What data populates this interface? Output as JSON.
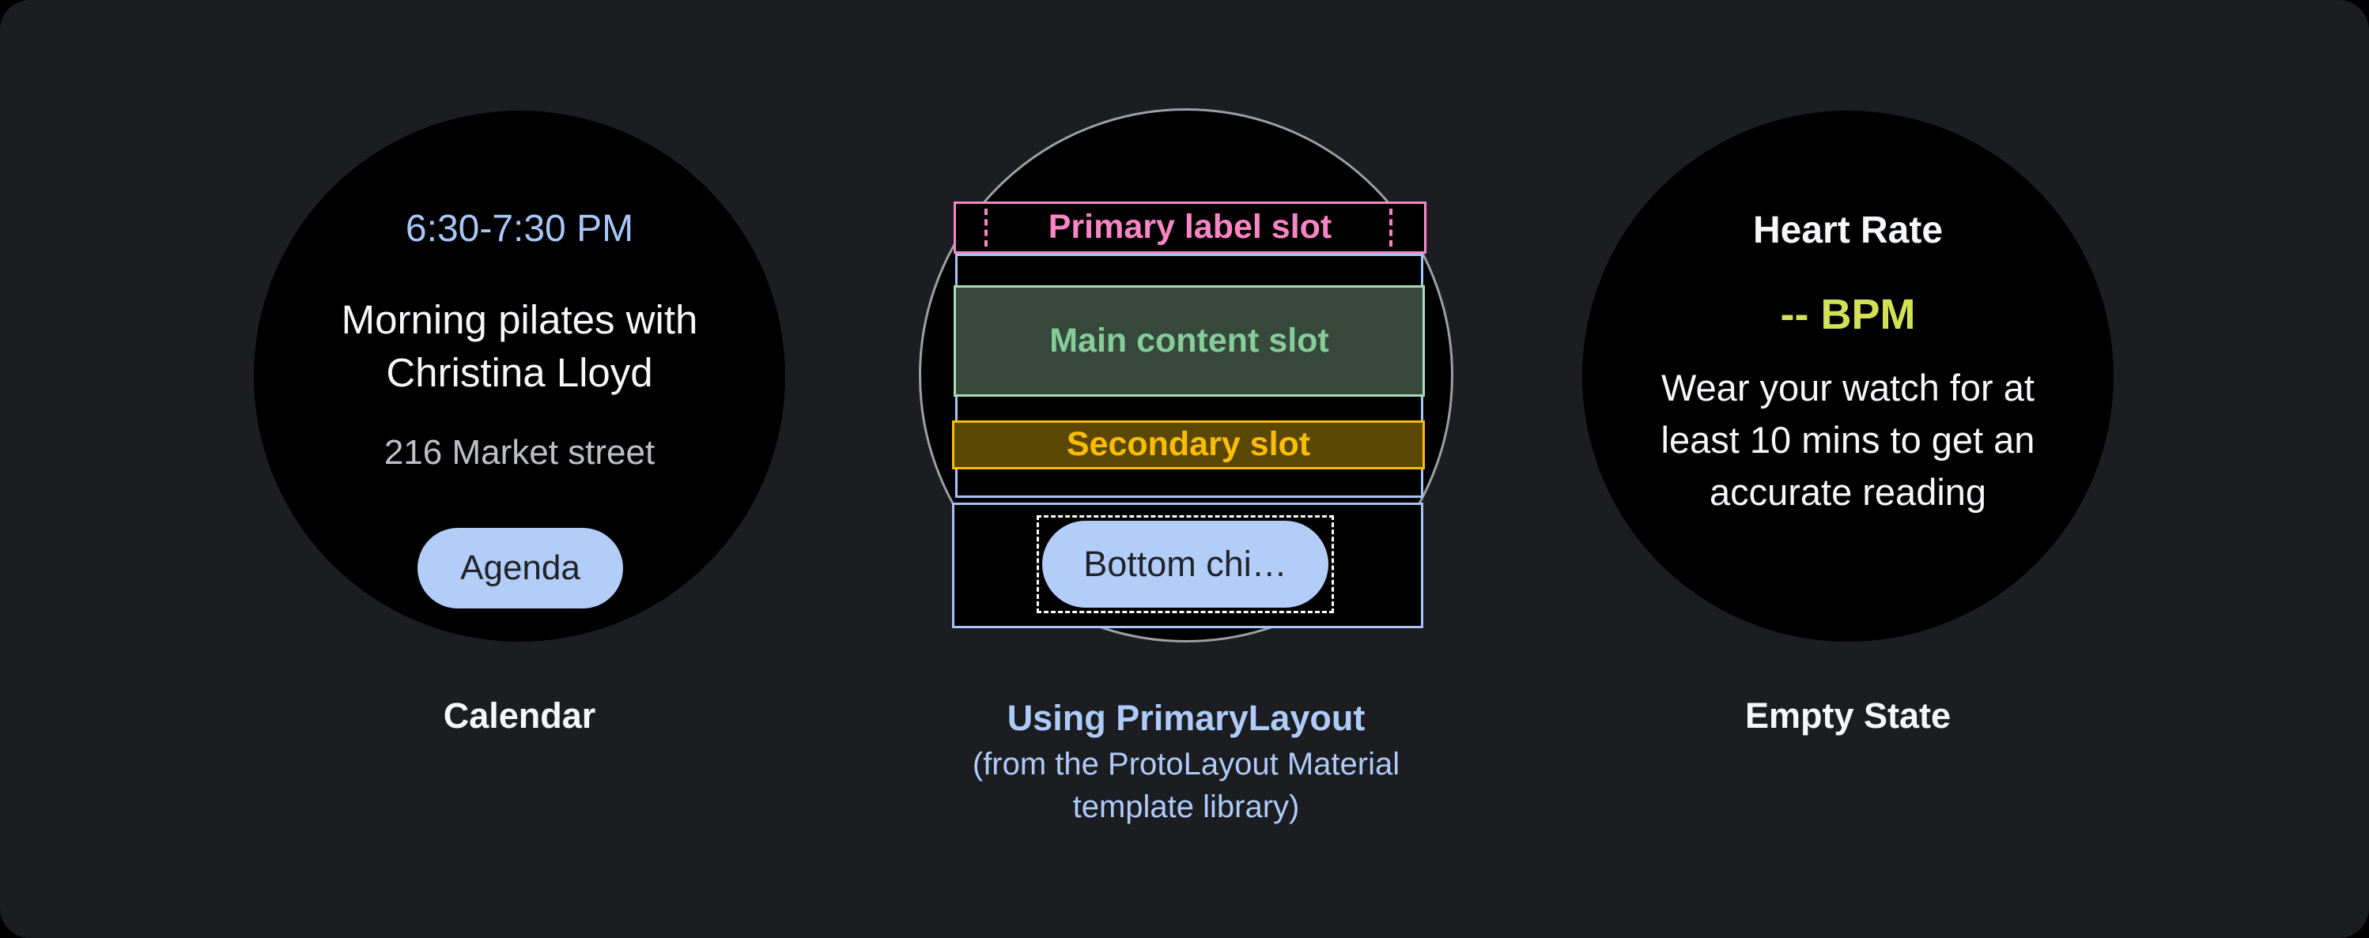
{
  "panels": {
    "calendar": {
      "time": "6:30-7:30 PM",
      "title_line1": "Morning pilates with",
      "title_line2": "Christina Lloyd",
      "location": "216 Market street",
      "chip_label": "Agenda",
      "caption": "Calendar"
    },
    "layout": {
      "primary_label": "Primary label slot",
      "main_content": "Main content slot",
      "secondary": "Secondary slot",
      "bottom_chip": "Bottom chi…",
      "caption_line1": "Using PrimaryLayout",
      "caption_line2": "(from the ProtoLayout Material",
      "caption_line3": "template library)"
    },
    "heart_rate": {
      "title": "Heart Rate",
      "value": "-- BPM",
      "body_line1": "Wear your watch for at",
      "body_line2": "least 10 mins to get an",
      "body_line3": "accurate reading",
      "caption": "Empty State"
    }
  },
  "colors": {
    "page_bg": "#000000",
    "card_bg": "#1B1D21",
    "watch_face": "#000000",
    "circle_stroke": "#9AA0A6",
    "time_blue": "#A8C7F8",
    "chip_blue": "#B3CDF9",
    "chip_text": "#202328",
    "muted_gray": "#BDC1C6",
    "text_white": "#F5F7F8",
    "pink": "#F885C4",
    "green_border": "#A9DBB5",
    "green_text": "#85CD99",
    "green_fill": "#36493C",
    "amber": "#FBBD04",
    "amber_fill": "#5A4702",
    "blue_border": "#A6C4F7",
    "caption_blue": "#AECBFA",
    "lime": "#D3E157"
  }
}
